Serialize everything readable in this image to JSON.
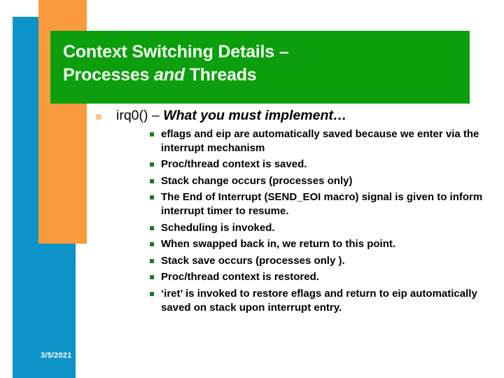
{
  "slide": {
    "colors": {
      "accent_blue": "#0c93c8",
      "accent_orange": "#fb9a3c",
      "title_green": "#0d9e0d",
      "title_text": "#f0fff0",
      "bullet_level1_marker": "#f5c986",
      "bullet_level2_marker": "#1f7a1f",
      "body_text": "#000000",
      "background": "#ffffff"
    },
    "title": {
      "line1": "Context Switching Details –",
      "line2_part1": "Processes ",
      "line2_italic": "and",
      "line2_part2": " Threads"
    },
    "bullets": [
      {
        "level": 1,
        "marker": "square-bullet-icon",
        "text_plain": "irq0() – ",
        "text_italic": "What you must implement…",
        "children": [
          "eflags and eip are automatically saved because we enter via the interrupt mechanism",
          "Proc/thread context is saved.",
          "Stack change occurs (processes only)",
          "The End of Interrupt (SEND_EOI macro) signal is given to inform interrupt timer to resume.",
          "Scheduling is invoked.",
          "When swapped back in, we return to this point.",
          "Stack save occurs (processes only ).",
          "Proc/thread context is restored.",
          "‘iret’ is invoked to restore eflags and return to eip automatically saved on stack upon interrupt entry."
        ]
      }
    ],
    "footer": {
      "date": "3/5/2021"
    }
  }
}
